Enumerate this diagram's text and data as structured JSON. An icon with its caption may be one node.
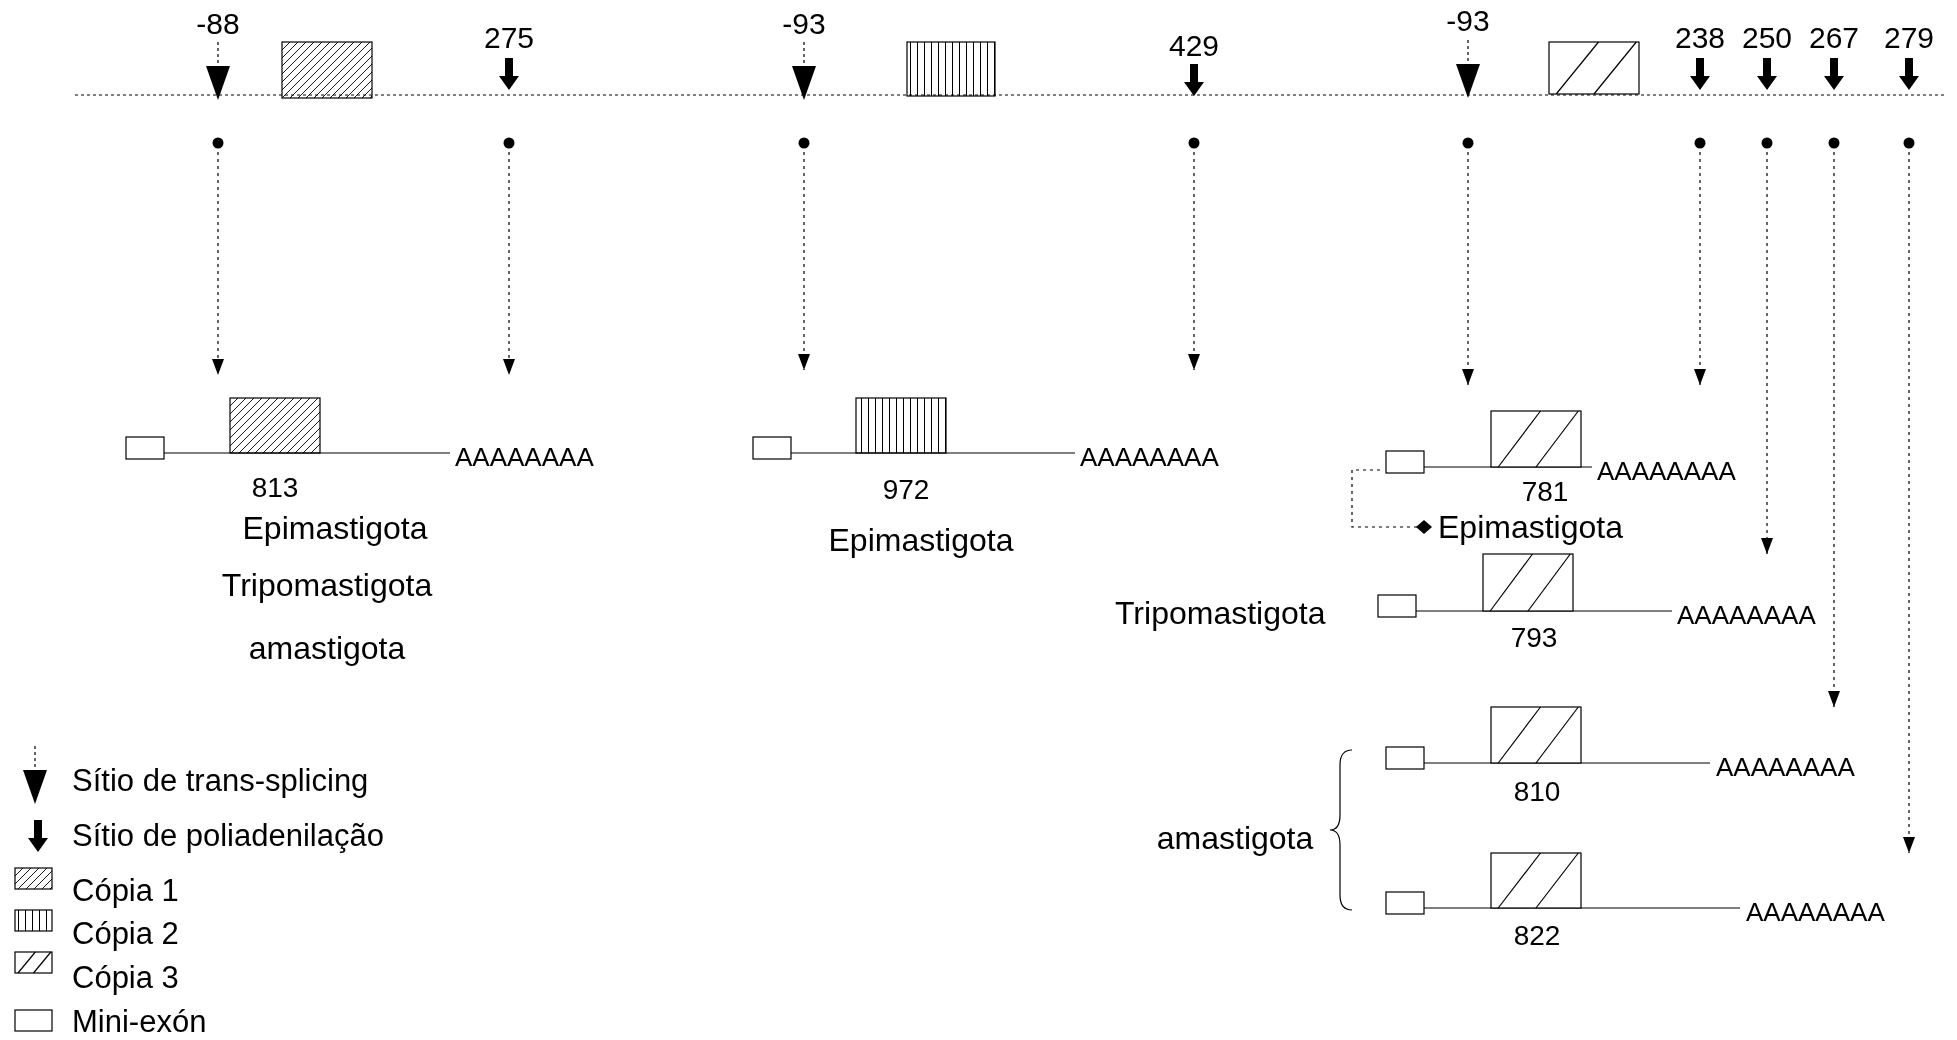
{
  "diagram": {
    "nodes": [
      {
        "text": [
          "-88"
        ]
      },
      {
        "text": [
          "275"
        ]
      },
      {
        "text": [
          "-93"
        ]
      },
      {
        "text": [
          "429"
        ]
      },
      {
        "text": [
          "-93"
        ]
      },
      {
        "text": [
          "238"
        ]
      },
      {
        "text": [
          "250"
        ]
      },
      {
        "text": [
          "267"
        ]
      },
      {
        "text": [
          "279"
        ]
      },
      {
        "text": [
          "AAAAAAAA",
          "813"
        ]
      },
      {
        "text": [
          "AAAAAAAA",
          "972"
        ]
      },
      {
        "text": [
          "AAAAAAAA",
          "781"
        ]
      },
      {
        "text": [
          "Epimastigota"
        ]
      },
      {
        "text": [
          "AAAAAAAA",
          "793"
        ],
        "beside": [
          "Tripomastigota"
        ]
      },
      {
        "text": [
          "AAAAAAAA",
          "810"
        ]
      },
      {
        "text": [
          "AAAAAAAA",
          "822"
        ]
      },
      {
        "text": [],
        "shape": "box"
      },
      {
        "text": [],
        "shape": "box"
      },
      {
        "text": [],
        "shape": "box"
      }
    ],
    "edges": [
      {
        "from": 0,
        "to": 9,
        "arrow": "to",
        "style": "dashed"
      },
      {
        "from": 1,
        "to": 9,
        "arrow": "to",
        "style": "dashed"
      },
      {
        "from": 2,
        "to": 10,
        "arrow": "to",
        "style": "dashed"
      },
      {
        "from": 3,
        "to": 10,
        "arrow": "to",
        "style": "dashed"
      },
      {
        "from": 4,
        "to": 11,
        "arrow": "to",
        "style": "dashed"
      },
      {
        "from": 5,
        "to": 11,
        "arrow": "to",
        "style": "dashed"
      },
      {
        "from": 11,
        "to": 12,
        "arrow": "other",
        "style": "dashed"
      },
      {
        "from": 6,
        "to": 13,
        "arrow": "to",
        "style": "dashed"
      },
      {
        "from": 7,
        "to": 14,
        "arrow": "to",
        "style": "dashed"
      },
      {
        "from": 8,
        "to": 15,
        "arrow": "to",
        "style": "dashed"
      }
    ],
    "labels": [
      "Epimastigota",
      "Tripomastigota",
      "amastigota",
      "Epimastigota",
      "amastigota"
    ],
    "legend": [
      {
        "text": "Sítio de trans-splicing"
      },
      {
        "text": "Sítio de poliadenilação"
      },
      {
        "text": "Cópia 1"
      },
      {
        "text": "Cópia 2"
      },
      {
        "text": "Cópia 3"
      },
      {
        "text": "Mini-exón"
      }
    ]
  }
}
